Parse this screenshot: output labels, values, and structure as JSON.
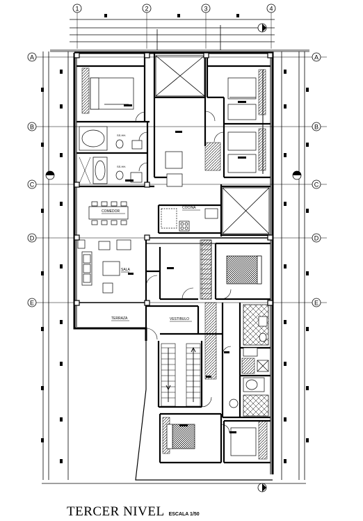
{
  "drawing": {
    "title": "TERCER NIVEL",
    "scale": "ESCALA 1/50"
  },
  "axes": {
    "columns": [
      "1",
      "2",
      "3",
      "4"
    ],
    "rows": [
      "A",
      "B",
      "C",
      "D",
      "E"
    ]
  },
  "rooms": {
    "comedor": "COMEDOR",
    "sala": "SALA",
    "cocina": "COCINA",
    "terraza": "TERRAZA",
    "vestibulo": "VESTIBULO",
    "ss_hh_1": "SS.HH.",
    "ss_hh_2": "SS.HH."
  },
  "colors": {
    "lines": "#000000",
    "background": "#ffffff"
  }
}
